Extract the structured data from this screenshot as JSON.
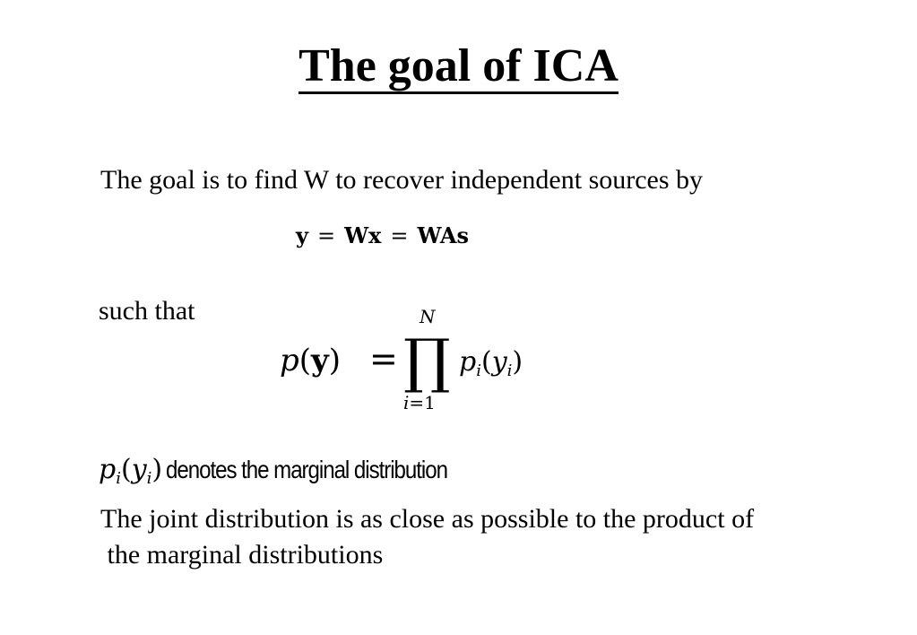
{
  "slide": {
    "title": "The goal of ICA",
    "intro": "The goal is to find W to recover independent sources by",
    "equation1": {
      "lhs": "y",
      "eq": "=",
      "mid": "Wx",
      "eq2": "=",
      "rhs": "WAs"
    },
    "such_that": "such that",
    "equation2": {
      "lhs_p": "p",
      "lhs_open": "(",
      "lhs_var": "y",
      "lhs_close": ")",
      "eq": "=",
      "product": "∏",
      "upper_limit": "N",
      "lower_index": "i",
      "lower_eq": "=1",
      "rhs_p": "p",
      "rhs_sub": "i",
      "rhs_open": "(",
      "rhs_y": "y",
      "rhs_y_sub": "i",
      "rhs_close": ")"
    },
    "marginal": {
      "symbol_p": "p",
      "symbol_sub": "i",
      "symbol_open": "(",
      "symbol_y": "y",
      "symbol_y_sub": "i",
      "symbol_close": ")",
      "description": "denotes the marginal distribution"
    },
    "conclusion_line1": "The joint distribution is as close as possible to the product of",
    "conclusion_line2": " the marginal distributions"
  }
}
